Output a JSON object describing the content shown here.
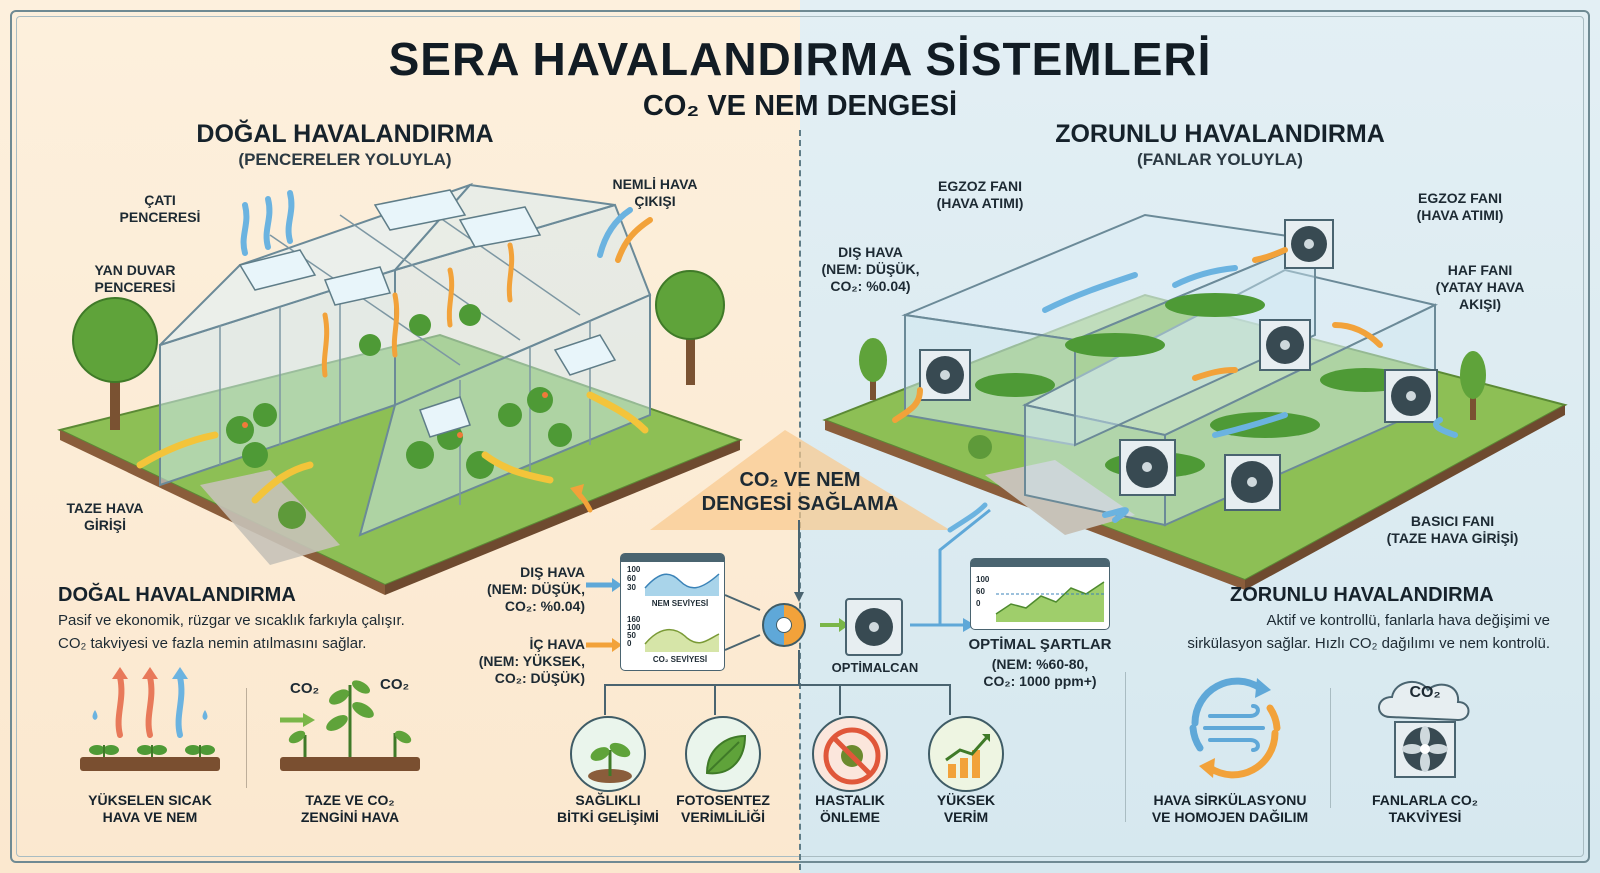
{
  "title": "SERA HAVALANDIRMA SİSTEMLERİ",
  "subtitle": "CO₂ VE NEM DENGESİ",
  "natural": {
    "heading": "DOĞAL HAVALANDIRMA",
    "subheading": "(PENCERELER YOLUYLA)",
    "labels": {
      "roof_window": "ÇATI\nPENCERESİ",
      "side_window": "YAN DUVAR\nPENCERESİ",
      "humid_out": "NEMLİ HAVA\nÇIKIŞI",
      "fresh_in": "TAZE HAVA\nGİRİŞİ"
    },
    "desc_heading": "DOĞAL HAVALANDIRMA",
    "desc_line1": "Pasif ve ekonomik, rüzgar ve sıcaklık farkıyla çalışır.",
    "desc_line2": "CO₂ takviyesi ve fazla nemin atılmasını sağlar.",
    "icon1_caption": "YÜKSELEN SICAK\nHAVA VE NEM",
    "icon2_caption": "TAZE VE CO₂\nZENGİNİ HAVA",
    "icon2_co2_a": "CO₂",
    "icon2_co2_b": "CO₂"
  },
  "forced": {
    "heading": "ZORUNLU HAVALANDIRMA",
    "subheading": "(FANLAR YOLUYLA)",
    "labels": {
      "exhaust_left": "EGZOZ FANI\n(HAVA ATIMI)",
      "exhaust_right": "EGZOZ FANI\n(HAVA ATIMI)",
      "outside_air": "DIŞ HAVA\n(NEM: DÜŞÜK,\nCO₂: %0.04)",
      "haf_fan": "HAF FANI\n(YATAY HAVA\nAKIŞI)",
      "supply_fan": "BASICI FANI\n(TAZE HAVA GİRİŞİ)"
    },
    "desc_heading": "ZORUNLU HAVALANDIRMA",
    "desc_line1": "Aktif ve kontrollü, fanlarla hava değişimi ve",
    "desc_line2": "sirkülasyon sağlar. Hızlı CO₂ dağılımı ve nem kontrolü.",
    "icon1_caption": "HAVA SİRKÜLASYONU\nVE HOMOJEN DAĞILIM",
    "icon2_caption": "FANLARLA CO₂\nTAKVİYESİ",
    "icon2_co2": "CO₂"
  },
  "balance": {
    "heading": "CO₂ VE NEM\nDENGESİ SAĞLAMA",
    "outside": "DIŞ HAVA\n(NEM: DÜŞÜK,\nCO₂: %0.04)",
    "inside": "İÇ HAVA\n(NEM: YÜKSEK,\nCO₂: DÜŞÜK)",
    "chart1_label": "NEM SEVİYESİ",
    "chart1_ticks": [
      "100",
      "60",
      "30"
    ],
    "chart2_label": "CO₂ SEVİYESİ",
    "chart2_ticks": [
      "160",
      "100",
      "50",
      "0"
    ],
    "optimizer": "OPTİMALCAN",
    "optimal_heading": "OPTİMAL ŞARTLAR",
    "optimal_values": "(NEM: %60-80,\nCO₂: 1000 ppm+)",
    "optimal_ticks": [
      "100",
      "60",
      "0"
    ]
  },
  "outcomes": [
    {
      "label": "SAĞLIKLI\nBİTKİ GELİŞİMİ",
      "icon": "seedling-icon"
    },
    {
      "label": "FOTOSENTEZ\nVERİMLİLİĞİ",
      "icon": "leaf-icon"
    },
    {
      "label": "HASTALIK\nÖNLEME",
      "icon": "no-disease-icon"
    },
    {
      "label": "YÜKSEK\nVERİM",
      "icon": "growth-chart-icon"
    }
  ],
  "colors": {
    "left_bg": "#fdf0dd",
    "right_bg": "#e3eff4",
    "warm_arrow": "#f2a23a",
    "cool_arrow": "#5fa8d8",
    "fresh_arrow": "#f3c43a",
    "grass": "#7db24a",
    "glass": "#c9e4ef"
  }
}
